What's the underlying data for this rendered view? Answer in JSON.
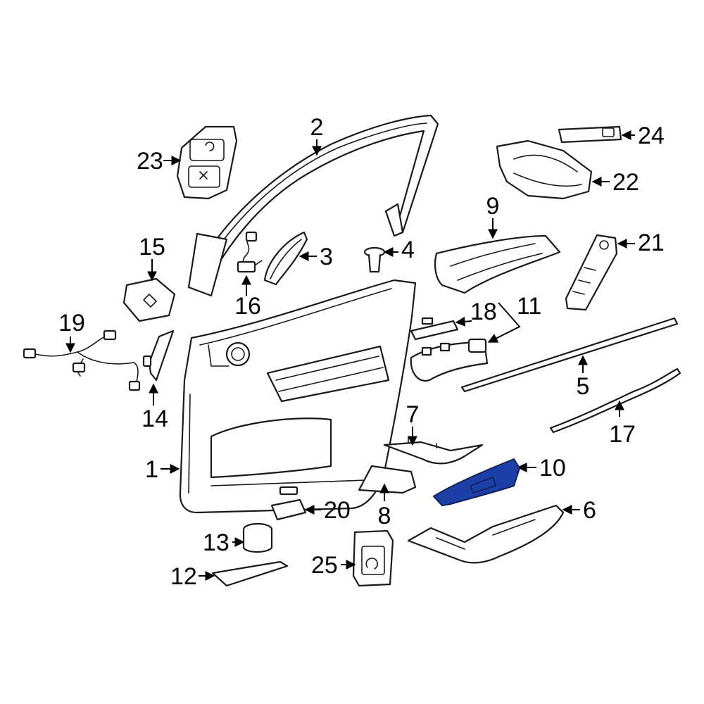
{
  "diagram": {
    "highlight_color": "#1d3fa8",
    "line_color": "#1a1a1a",
    "callouts": [
      {
        "id": "1",
        "label": "1"
      },
      {
        "id": "2",
        "label": "2"
      },
      {
        "id": "3",
        "label": "3"
      },
      {
        "id": "4",
        "label": "4"
      },
      {
        "id": "5",
        "label": "5"
      },
      {
        "id": "6",
        "label": "6"
      },
      {
        "id": "7",
        "label": "7"
      },
      {
        "id": "8",
        "label": "8"
      },
      {
        "id": "9",
        "label": "9"
      },
      {
        "id": "10",
        "label": "10",
        "highlighted": true
      },
      {
        "id": "11",
        "label": "11"
      },
      {
        "id": "12",
        "label": "12"
      },
      {
        "id": "13",
        "label": "13"
      },
      {
        "id": "14",
        "label": "14"
      },
      {
        "id": "15",
        "label": "15"
      },
      {
        "id": "16",
        "label": "16"
      },
      {
        "id": "17",
        "label": "17"
      },
      {
        "id": "18",
        "label": "18"
      },
      {
        "id": "19",
        "label": "19"
      },
      {
        "id": "20",
        "label": "20"
      },
      {
        "id": "21",
        "label": "21"
      },
      {
        "id": "22",
        "label": "22"
      },
      {
        "id": "23",
        "label": "23"
      },
      {
        "id": "24",
        "label": "24"
      },
      {
        "id": "25",
        "label": "25"
      }
    ]
  }
}
